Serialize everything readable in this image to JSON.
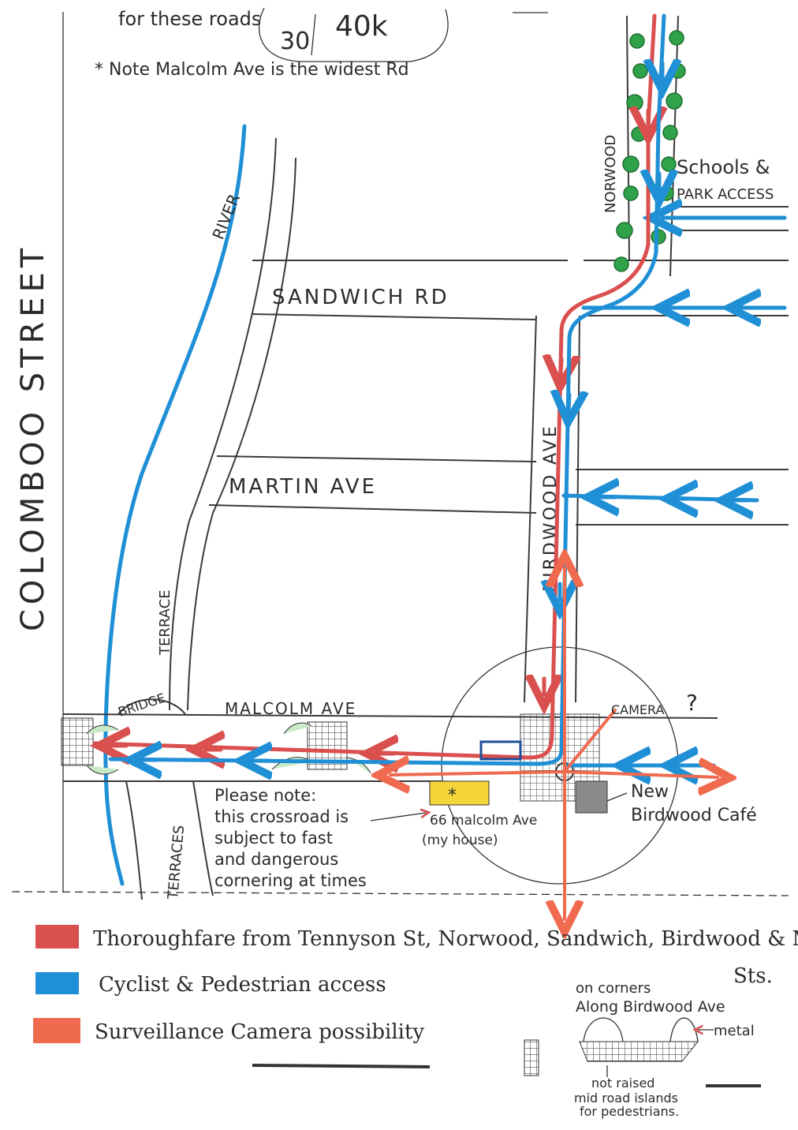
{
  "colors": {
    "thoroughfare": "#d9504f",
    "cyclist_pedestrian": "#1f8fd6",
    "surveillance": "#ef6a4e",
    "trees": "#2fa24a",
    "house": "#f4d63a",
    "cafe": "#8a8a8a"
  },
  "header": {
    "line1_prefix": "for these roads",
    "speed_30": "30",
    "speed_40": "40k",
    "note": "* Note Malcolm Ave is the widest Rd"
  },
  "streets": {
    "colombo": "COLOMBOO STREET",
    "river": "RIVER",
    "sandwich": "SANDWICH RD",
    "martin": "MARTIN AVE",
    "birdwood": "BIRDWOOD AVE",
    "norwood": "NORWOOD",
    "malcolm": "MALCOLM AVE",
    "terrace_upper": "TERRACE",
    "terraces_lower": "TERRACES",
    "bridge": "BRIDGE"
  },
  "labels": {
    "schools_line1": "Schools &",
    "schools_line2": "PARK ACCESS",
    "camera": "CAMERA",
    "camera_q": "?",
    "cafe_line1": "New",
    "cafe_line2": "Birdwood Café",
    "house_line1": "66 malcolm Ave",
    "house_line2": "(my house)",
    "note_lines": [
      "Please note:",
      "this crossroad is",
      "subject to fast",
      "and dangerous",
      "cornering at times"
    ]
  },
  "legend": {
    "thoroughfare_line1": "Thoroughfare from Tennyson St, Norwood, Sandwich, Birdwood & Malcolm",
    "thoroughfare_line2": "Sts.",
    "cyclist": "Cyclist & Pedestrian access",
    "camera": "Surveillance Camera possibility"
  },
  "inset": {
    "title_line1": "on corners",
    "title_line2": "Along Birdwood Ave",
    "metal": "metal",
    "caption_line1": "not raised",
    "caption_line2": "mid road islands",
    "caption_line3": "for pedestrians."
  }
}
